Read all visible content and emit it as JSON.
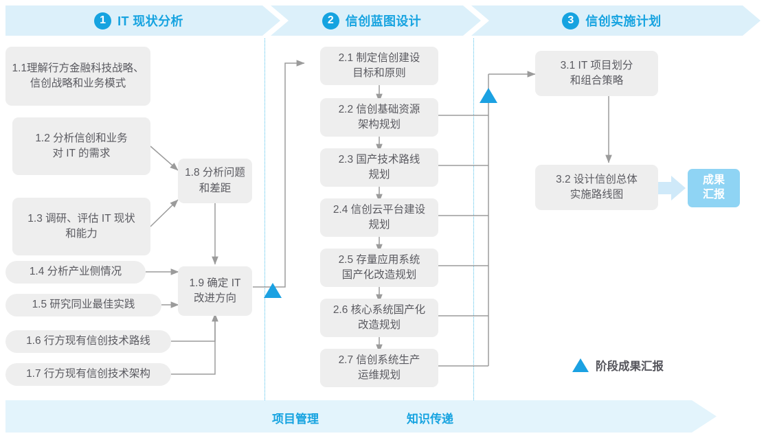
{
  "phases": [
    {
      "num": "1",
      "label": "IT 现状分析"
    },
    {
      "num": "2",
      "label": "信创蓝图设计"
    },
    {
      "num": "3",
      "label": "信创实施计划"
    }
  ],
  "nodes": {
    "n11": "1.1理解行方金融科技战略、\n信创战略和业务模式",
    "n12": "1.2 分析信创和业务\n对 IT 的需求",
    "n13": "1.3 调研、评估 IT 现状\n和能力",
    "n14": "1.4 分析产业侧情况",
    "n15": "1.5 研究同业最佳实践",
    "n16": "1.6 行方现有信创技术路线",
    "n17": "1.7 行方现有信创技术架构",
    "n18": "1.8 分析问题\n和差距",
    "n19": "1.9 确定 IT\n改进方向",
    "n21": "2.1 制定信创建设\n目标和原则",
    "n22": "2.2 信创基础资源\n架构规划",
    "n23": "2.3 国产技术路线\n规划",
    "n24": "2.4 信创云平台建设\n规划",
    "n25": "2.5 存量应用系统\n国产化改造规划",
    "n26": "2.6 核心系统国产化\n改造规划",
    "n27": "2.7 信创系统生产\n运维规划",
    "n31": "3.1 IT 项目划分\n和组合策略",
    "n32": "3.2 设计信创总体\n实施路线图"
  },
  "result_box": "成果\n汇报",
  "legend": {
    "text": "阶段成果汇报"
  },
  "footer": {
    "label1": "项目管理",
    "label2": "知识传递"
  },
  "colors": {
    "accent_blue": "#16a3e0",
    "milestone_blue": "#1ba1e2",
    "band_blue": "#dcf0fa",
    "footer_blue": "#e3f4fc",
    "result_blue": "#8fd4f4",
    "node_gray": "#eeeeee",
    "node_text": "#5a5a60",
    "connector_gray": "#9b9b9b"
  }
}
